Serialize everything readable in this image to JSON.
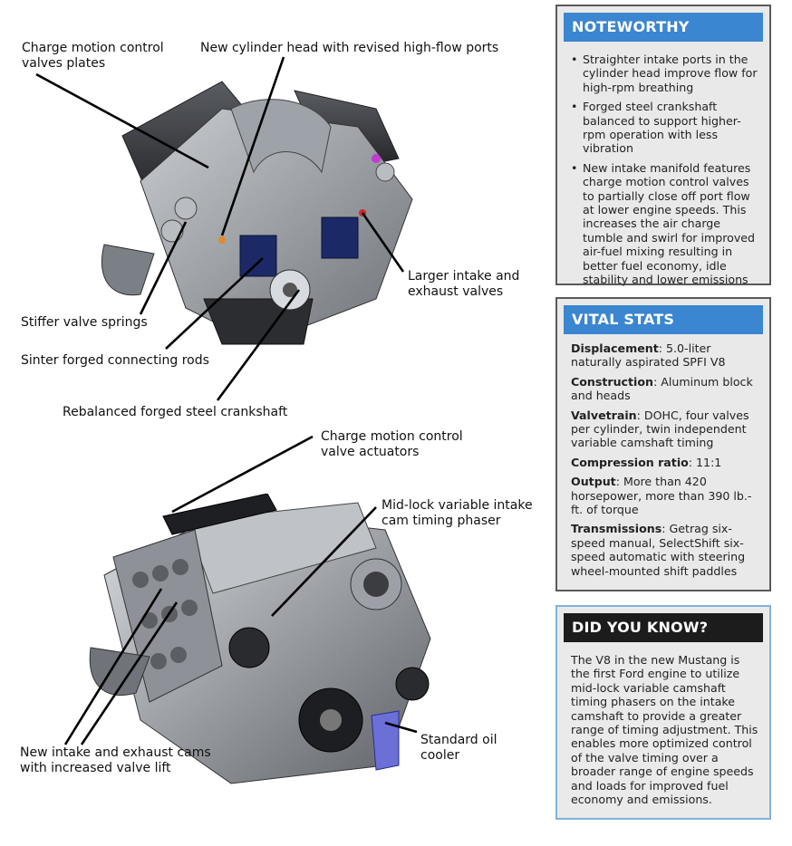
{
  "callouts": {
    "charge_motion_plates": "Charge motion control\nvalves  plates",
    "cylinder_head": "New cylinder head with revised high-flow ports",
    "valves": "Larger intake and\nexhaust valves",
    "valve_springs": "Stiffer valve springs",
    "connecting_rods": "Sinter forged connecting rods",
    "crankshaft": "Rebalanced forged steel crankshaft",
    "cmcv_actuators": "Charge motion control\nvalve actuators",
    "phaser": "Mid-lock variable intake\ncam timing phaser",
    "cams": "New intake and exhaust cams\nwith increased valve lift",
    "oil_cooler": "Standard oil\ncooler"
  },
  "noteworthy": {
    "title": "NOTEWORTHY",
    "items": [
      "Straighter intake ports in the cylinder head improve flow for high-rpm breathing",
      "Forged steel crankshaft balanced to support higher-rpm operation with less vibration",
      "New intake manifold features charge motion control valves to partially close off port flow at lower engine speeds. This increases the air charge tumble and swirl for improved air-fuel mixing resulting in better fuel economy, idle stability and lower emissions"
    ]
  },
  "vital_stats": {
    "title": "VITAL STATS",
    "items": [
      {
        "label": "Displacement",
        "value": ": 5.0-liter naturally aspirated SPFI V8"
      },
      {
        "label": "Construction",
        "value": ": Aluminum block and heads"
      },
      {
        "label": "Valvetrain",
        "value": ": DOHC, four valves per cylinder, twin independent variable camshaft timing"
      },
      {
        "label": "Compression ratio",
        "value": ": 11:1"
      },
      {
        "label": "Output",
        "value": ": More than 420 horsepower, more than 390 lb.-ft. of torque"
      },
      {
        "label": "Transmissions",
        "value": ": Getrag six-speed manual, SelectShift six-speed automatic with steering wheel-mounted shift paddles"
      }
    ]
  },
  "did_you_know": {
    "title": "DID YOU KNOW?",
    "text": "The V8 in the new Mustang is the first Ford engine to utilize mid-lock variable camshaft timing phasers on the intake camshaft to provide a greater range of timing adjustment. This enables more optimized control of the valve timing over a broader range of engine speeds and loads for improved fuel economy and emissions."
  },
  "colors": {
    "blue_header": "#3a86d0",
    "dark_header": "#1c1c1c",
    "panel_fill": "#e9e9e9",
    "blue_border": "#7fb3d8"
  }
}
